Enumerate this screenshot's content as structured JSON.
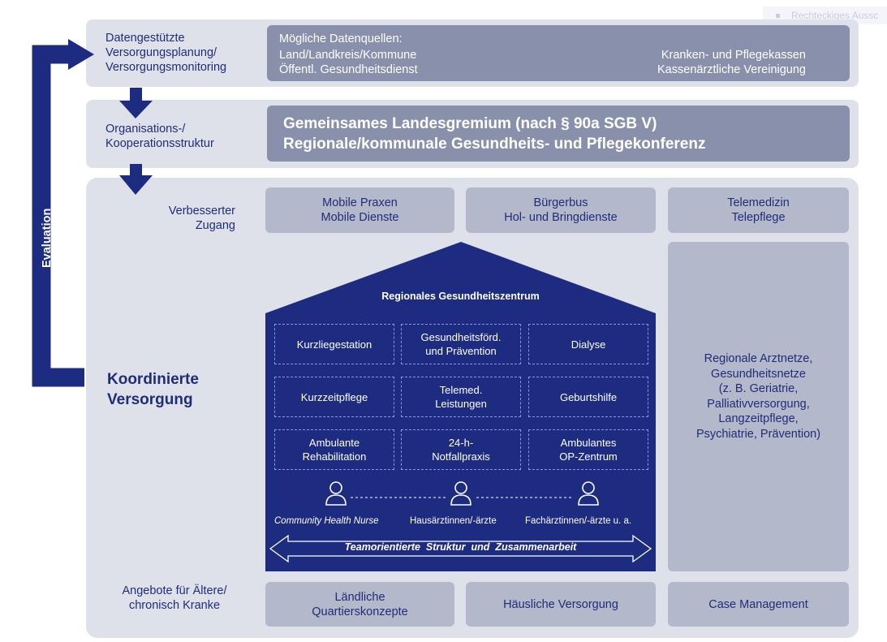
{
  "overlay_text": "Rechteckiges Aussc",
  "evaluation_label": "Evaluation",
  "rows": {
    "data_row": {
      "label": [
        "Datengestützte",
        "Versorgungsplanung/",
        "Versorgungsmonitoring"
      ],
      "box": {
        "heading": "Mögliche Datenquellen:",
        "left": [
          "Land/Landkreis/Kommune",
          "Öffentl. Gesundheitsdienst"
        ],
        "right": [
          "Kranken- und Pflegekassen",
          "Kassenärztliche Vereinigung"
        ]
      }
    },
    "org_row": {
      "label": [
        "Organisations-/",
        "Kooperationsstruktur"
      ],
      "box": [
        "Gemeinsames Landesgremium (nach § 90a SGB V)",
        "Regionale/kommunale Gesundheits- und Pflegekonferenz"
      ]
    },
    "access_row": {
      "label": [
        "Verbesserter",
        "Zugang"
      ],
      "boxes": [
        [
          "Mobile Praxen",
          "Mobile Dienste"
        ],
        [
          "Bürgerbus",
          "Hol- und Bringdienste"
        ],
        [
          "Telemedizin",
          "Telepflege"
        ]
      ]
    },
    "coordinated": {
      "label": [
        "Koordinierte",
        "Versorgung"
      ],
      "house": {
        "title": "Regionales Gesundheitszentrum",
        "cells": [
          [
            "Kurzliegestation"
          ],
          [
            "Gesundheitsförd.",
            "und Prävention"
          ],
          [
            "Dialyse"
          ],
          [
            "Kurzzeitpflege"
          ],
          [
            "Telemed.",
            "Leistungen"
          ],
          [
            "Geburtshilfe"
          ],
          [
            "Ambulante",
            "Rehabilitation"
          ],
          [
            "24-h-",
            "Notfallpraxis"
          ],
          [
            "Ambulantes",
            "OP-Zentrum"
          ]
        ],
        "roles": [
          "Community Health Nurse",
          "Hausärztinnen/-ärzte",
          "Fachärztinnen/-ärzte u. a."
        ],
        "team": "Teamorientierte  Struktur  und  Zusammenarbeit"
      },
      "networks": [
        "Regionale Arztnetze,",
        "Gesundheitsnetze",
        "(z. B. Geriatrie,",
        "Palliativversorgung,",
        "Langzeitpflege,",
        "Psychiatrie, Prävention)"
      ]
    },
    "elderly_row": {
      "label": [
        "Angebote für Ältere/",
        "chronisch Kranke"
      ],
      "boxes": [
        [
          "Ländliche",
          "Quartierskonzepte"
        ],
        [
          "Häusliche Versorgung"
        ],
        [
          "Case Management"
        ]
      ]
    }
  },
  "colors": {
    "navy": "#1d2c80",
    "band": "#dfe1ea",
    "dark_box": "#8990ab",
    "light_box": "#b4b8cb",
    "label_text": "#1f2d78"
  }
}
